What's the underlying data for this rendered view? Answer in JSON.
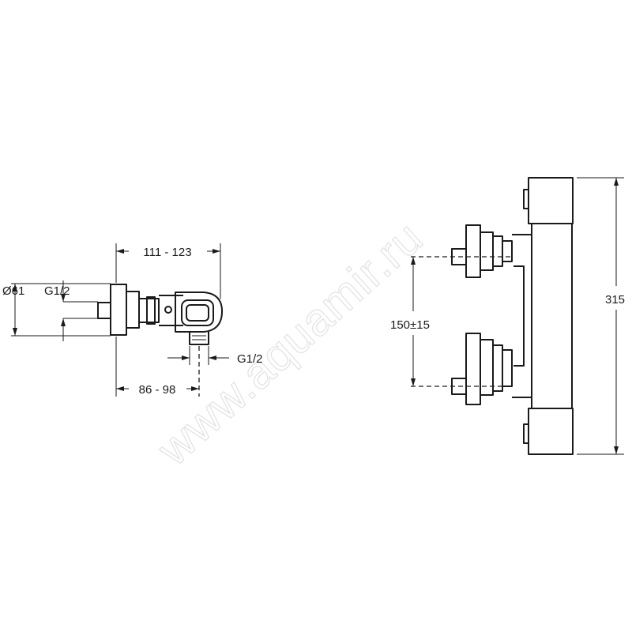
{
  "watermark": "www.aquamir.ru",
  "side_view": {
    "dim_length_top": "111 - 123",
    "dim_length_bottom": "86 - 98",
    "dim_diameter": "Ø61",
    "dim_thread_left": "G1/2",
    "dim_thread_bottom": "G1/2"
  },
  "front_view": {
    "dim_spacing": "150±15",
    "dim_height": "315"
  }
}
